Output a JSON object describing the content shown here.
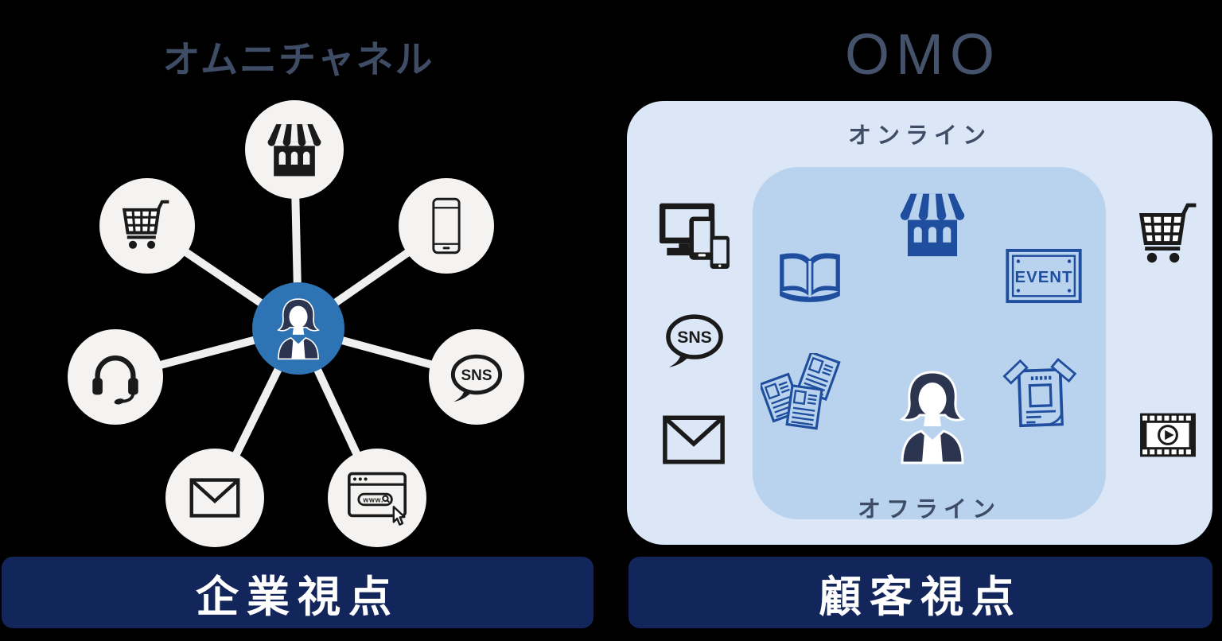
{
  "left": {
    "title": "オムニチャネル",
    "bottom_label": "企業視点",
    "center_icon": "person-icon",
    "channel_icons": [
      "store-icon",
      "cart-icon",
      "smartphone-icon",
      "headset-icon",
      "sns-icon",
      "mail-icon",
      "browser-icon"
    ]
  },
  "right": {
    "title": "OMO",
    "online_label": "オンライン",
    "offline_label": "オフライン",
    "bottom_label": "顧客視点",
    "online_icons": [
      "devices-icon",
      "sns-icon",
      "mail-icon",
      "cart-icon",
      "film-icon"
    ],
    "offline_icons": [
      "book-icon",
      "store-icon",
      "event-icon",
      "flyers-icon",
      "person-icon",
      "poster-icon"
    ]
  },
  "labels": {
    "sns": "SNS",
    "event": "EVENT",
    "www": "www."
  },
  "colors": {
    "background": "#000000",
    "bar_navy": "#13265B",
    "center_blue": "#2E74B5",
    "outer_box": "#DBE7F6",
    "inner_box": "#B9D3EE",
    "icon_blue": "#1F4E9E",
    "title_slate": "#3E4C66",
    "satellite_bg": "#F4F3F1",
    "icon_black": "#1A1A1A",
    "person_navy": "#2B3550",
    "spoke": "#EFEFEF"
  }
}
